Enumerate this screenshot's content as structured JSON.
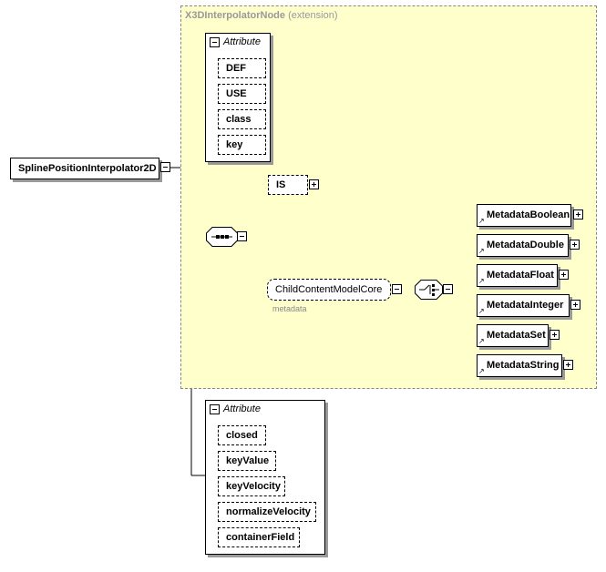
{
  "extension": {
    "title": "X3DInterpolatorNode",
    "subtitle": "(extension)"
  },
  "root": {
    "label": "SplinePositionInterpolator2D"
  },
  "attribute_group_top": {
    "label": "Attribute",
    "items": [
      "DEF",
      "USE",
      "class",
      "key"
    ]
  },
  "is_element": {
    "label": "IS"
  },
  "child_content": {
    "label": "ChildContentModelCore",
    "sublabel": "metadata"
  },
  "metadata_choices": {
    "items": [
      "MetadataBoolean",
      "MetadataDouble",
      "MetadataFloat",
      "MetadataInteger",
      "MetadataSet",
      "MetadataString"
    ]
  },
  "attribute_group_bottom": {
    "label": "Attribute",
    "items": [
      "closed",
      "keyValue",
      "keyVelocity",
      "normalizeVelocity",
      "containerField"
    ]
  },
  "colors": {
    "extension_fill": "#ffffcc",
    "extension_border": "#888888",
    "shadow": "#9a9a9a"
  }
}
